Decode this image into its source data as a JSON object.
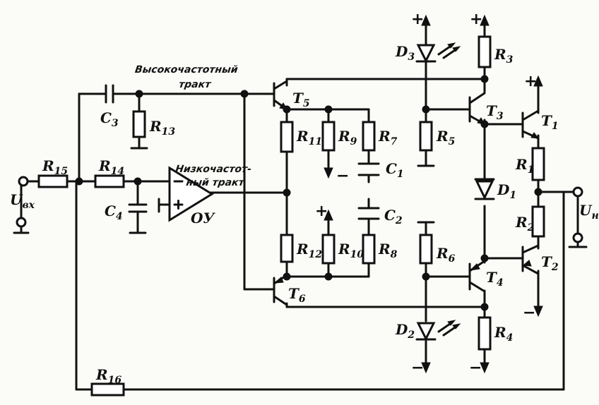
{
  "captions": {
    "hf_path_line1": "Высокочастотный",
    "hf_path_line2": "тракт",
    "lf_path_line1": "Низкочастот-",
    "lf_path_line2": "ный тракт",
    "opamp": "ОУ"
  },
  "components": {
    "R15": {
      "main": "R",
      "sub": "15"
    },
    "R14": {
      "main": "R",
      "sub": "14"
    },
    "R13": {
      "main": "R",
      "sub": "13"
    },
    "R11": {
      "main": "R",
      "sub": "11"
    },
    "R9": {
      "main": "R",
      "sub": "9"
    },
    "R7": {
      "main": "R",
      "sub": "7"
    },
    "R12": {
      "main": "R",
      "sub": "12"
    },
    "R10": {
      "main": "R",
      "sub": "10"
    },
    "R8": {
      "main": "R",
      "sub": "8"
    },
    "R5": {
      "main": "R",
      "sub": "5"
    },
    "R6": {
      "main": "R",
      "sub": "6"
    },
    "R3": {
      "main": "R",
      "sub": "3"
    },
    "R4": {
      "main": "R",
      "sub": "4"
    },
    "R1": {
      "main": "R",
      "sub": "1"
    },
    "R2": {
      "main": "R",
      "sub": "2"
    },
    "R16": {
      "main": "R",
      "sub": "16"
    },
    "C1": {
      "main": "C",
      "sub": "1"
    },
    "C2": {
      "main": "C",
      "sub": "2"
    },
    "C3": {
      "main": "C",
      "sub": "3"
    },
    "C4": {
      "main": "C",
      "sub": "4"
    },
    "T1": {
      "main": "T",
      "sub": "1"
    },
    "T2": {
      "main": "T",
      "sub": "2"
    },
    "T3": {
      "main": "T",
      "sub": "3"
    },
    "T4": {
      "main": "T",
      "sub": "4"
    },
    "T5": {
      "main": "T",
      "sub": "5"
    },
    "T6": {
      "main": "T",
      "sub": "6"
    },
    "D1": {
      "main": "D",
      "sub": "1"
    },
    "D2": {
      "main": "D",
      "sub": "2"
    },
    "D3": {
      "main": "D",
      "sub": "3"
    },
    "Uin": {
      "main": "U",
      "sub": "вх"
    },
    "Uout": {
      "main": "U",
      "sub": "н"
    }
  },
  "signs": {
    "plus": "+",
    "minus": "−"
  }
}
